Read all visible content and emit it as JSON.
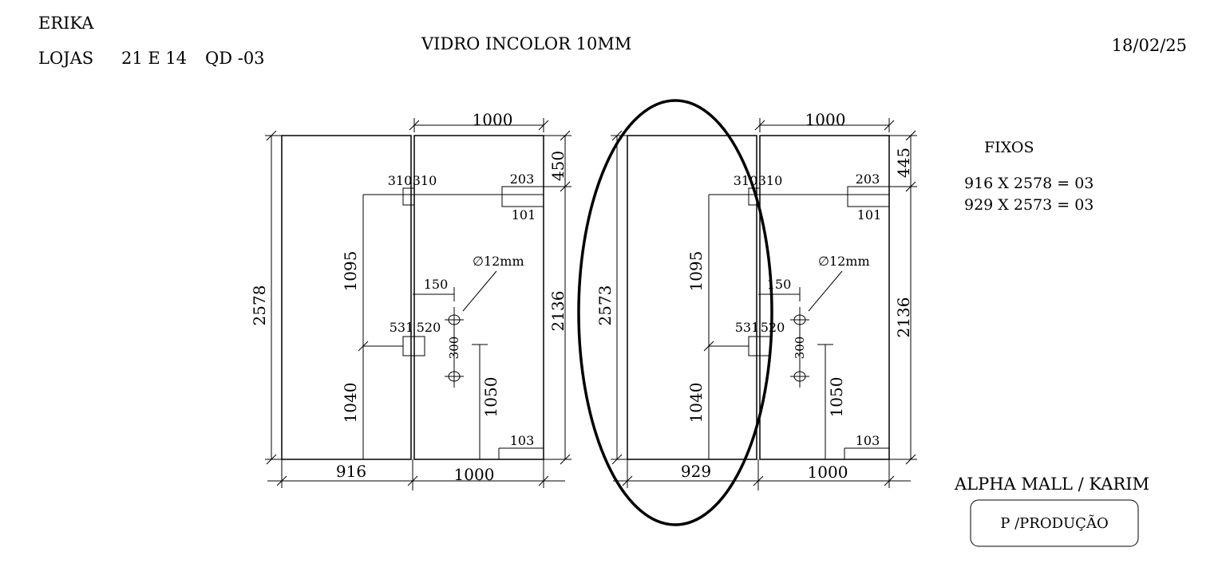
{
  "header": {
    "client": "ERIKA",
    "lojas_label": "LOJAS",
    "lojas_numbers": "21 E 14",
    "quantity_code": "QD -03",
    "material": "VIDRO INCOLOR 10MM",
    "date": "18/02/25"
  },
  "left_panel": {
    "top_width": "1000",
    "height_total": "2578",
    "top_right_height": "450",
    "right_height": "2136",
    "hinge_top_left": "310",
    "hinge_top_right": "310",
    "lock_top_a": "203",
    "lock_top_b": "101",
    "upper_height": "1095",
    "lower_height": "1040",
    "hole_label": "∅12mm",
    "hole_offset": "150",
    "hinge_mid_left": "531",
    "hinge_mid_right": "520",
    "hole_spacing": "300",
    "handle_height": "1050",
    "bottom_corner": "103",
    "bottom_left_width": "916",
    "bottom_right_width": "1000"
  },
  "right_panel": {
    "top_width": "1000",
    "height_total": "2573",
    "top_right_height": "445",
    "right_height": "2136",
    "hinge_top_left": "310",
    "hinge_top_right": "310",
    "lock_top_a": "203",
    "lock_top_b": "101",
    "upper_height": "1095",
    "lower_height": "1040",
    "hole_label": "∅12mm",
    "hole_offset": "150",
    "hinge_mid_left": "531",
    "hinge_mid_right": "520",
    "hole_spacing": "300",
    "handle_height": "1050",
    "bottom_corner": "103",
    "bottom_left_width": "929",
    "bottom_right_width": "1000"
  },
  "fixos": {
    "title": "FIXOS",
    "lines": [
      "916 X 2578 = 03",
      "929 X 2573 = 03"
    ]
  },
  "footer": {
    "project": "ALPHA MALL / KARIM",
    "stamp": "P /PRODUÇÃO"
  }
}
